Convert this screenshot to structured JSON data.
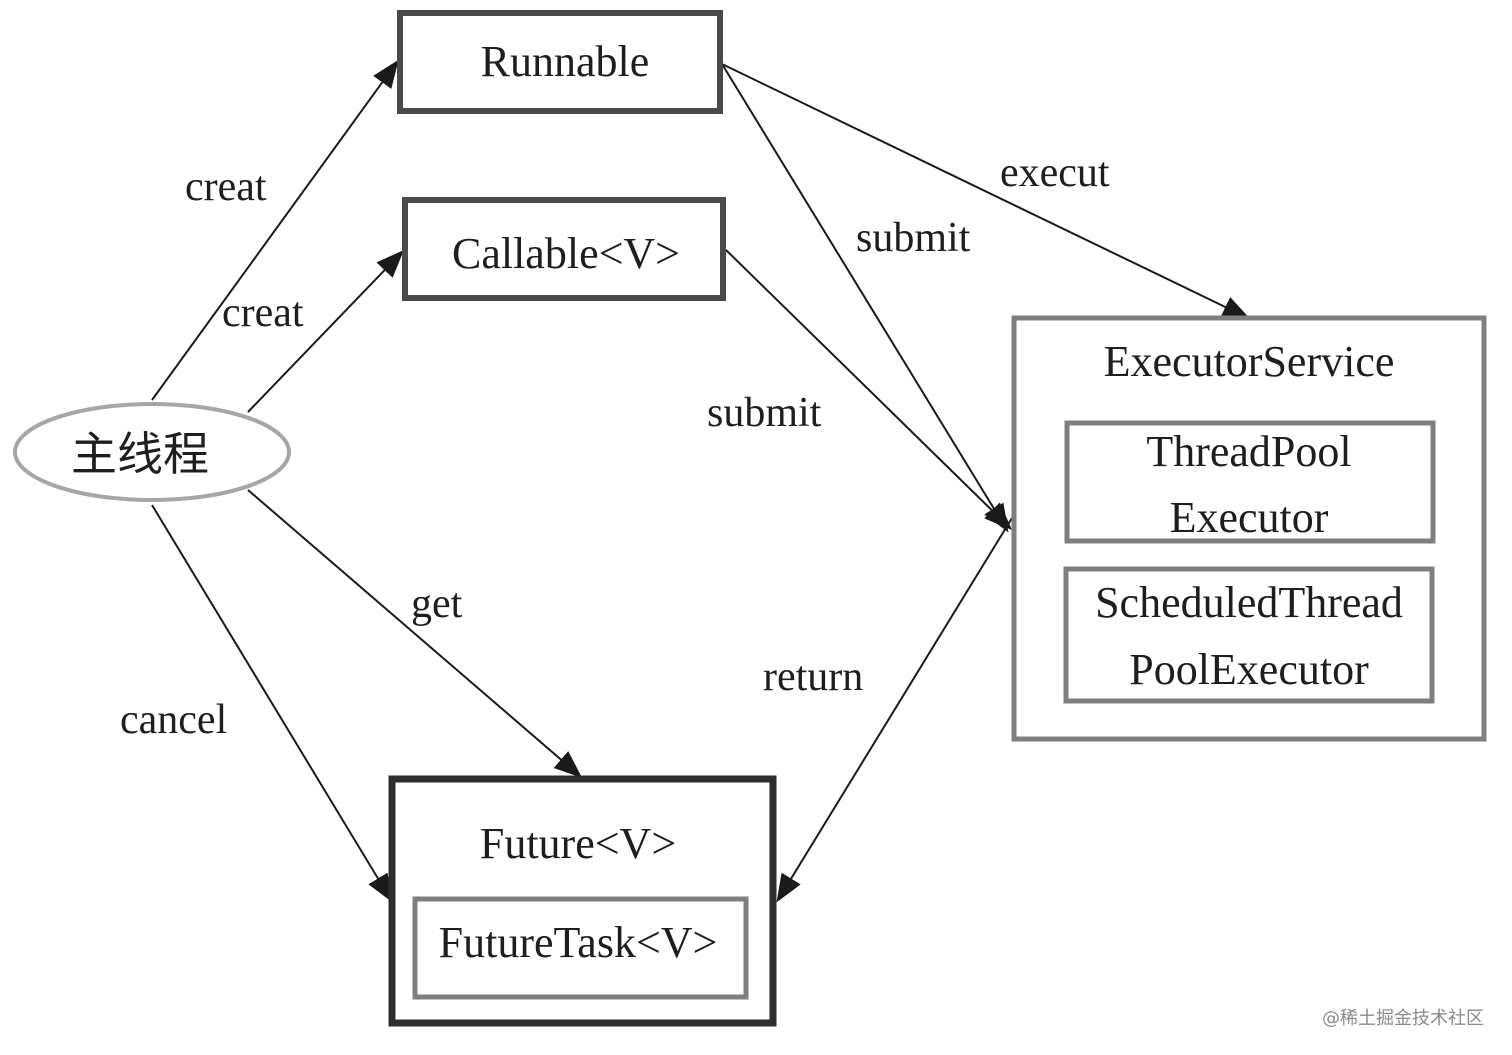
{
  "nodes": {
    "main_thread": "主线程",
    "runnable": "Runnable",
    "callable": "Callable<V>",
    "executor_service": "ExecutorService",
    "thread_pool_executor_line1": "ThreadPool",
    "thread_pool_executor_line2": "Executor",
    "scheduled_executor_line1": "ScheduledThread",
    "scheduled_executor_line2": "PoolExecutor",
    "future": "Future<V>",
    "future_task": "FutureTask<V>"
  },
  "edges": {
    "creat_runnable": "creat",
    "creat_callable": "creat",
    "submit_runnable": "submit",
    "execut_runnable": "execut",
    "submit_callable": "submit",
    "get_future": "get",
    "cancel_future": "cancel",
    "return_future": "return"
  },
  "watermark": "@稀土掘金技术社区",
  "colors": {
    "dark_box": "#4a4a4a",
    "light_box": "#7f7f7f",
    "ellipse": "#a6a6a6",
    "arrow": "#1a1a1a"
  }
}
